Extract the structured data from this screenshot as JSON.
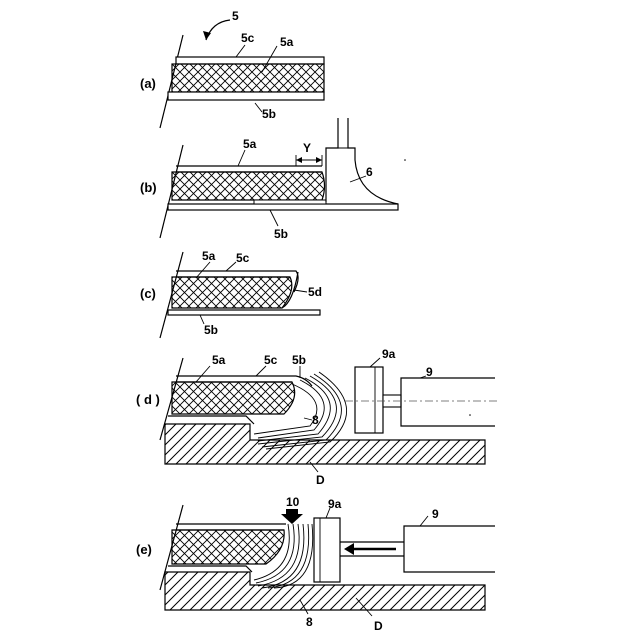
{
  "figure": {
    "ref_main": "5",
    "panels": [
      {
        "id": "a",
        "label": "(a)",
        "parts": [
          "5c",
          "5a",
          "5b"
        ]
      },
      {
        "id": "b",
        "label": "(b)",
        "parts": [
          "5a",
          "Y",
          "6",
          "5b"
        ]
      },
      {
        "id": "c",
        "label": "(c)",
        "parts": [
          "5a",
          "5c",
          "5d",
          "5b"
        ]
      },
      {
        "id": "d",
        "label": "( d )",
        "parts": [
          "5a",
          "5c",
          "5b",
          "9a",
          "9",
          "8",
          "D"
        ]
      },
      {
        "id": "e",
        "label": "(e)",
        "parts": [
          "10",
          "9a",
          "9",
          "8",
          "D"
        ]
      }
    ]
  }
}
